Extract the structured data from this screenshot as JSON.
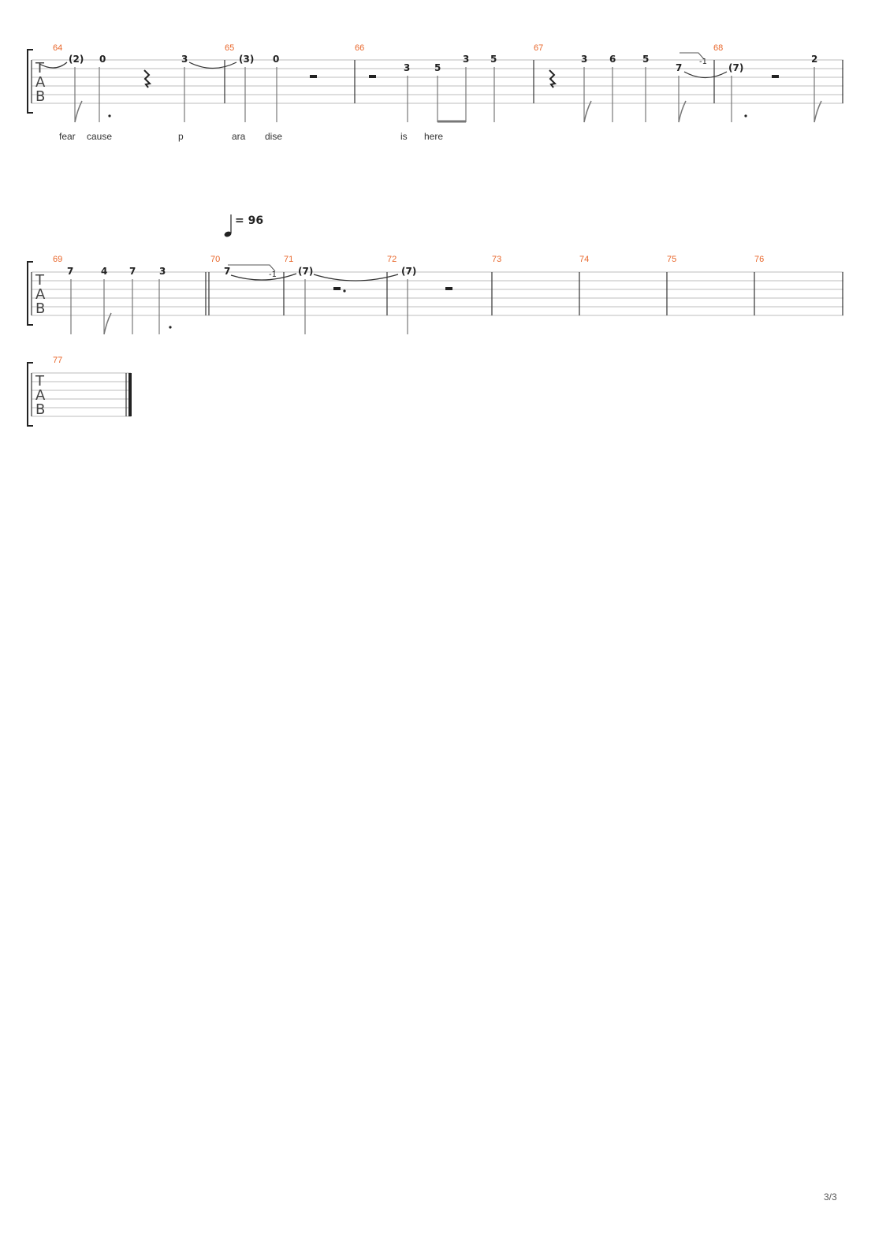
{
  "tab_label": [
    "T",
    "A",
    "B"
  ],
  "tempo": {
    "marking": "= 96"
  },
  "page_number": "3/3",
  "measures": [
    {
      "number": "64"
    },
    {
      "number": "65"
    },
    {
      "number": "66"
    },
    {
      "number": "67"
    },
    {
      "number": "68"
    },
    {
      "number": "69"
    },
    {
      "number": "70"
    },
    {
      "number": "71"
    },
    {
      "number": "72"
    },
    {
      "number": "73"
    },
    {
      "number": "74"
    },
    {
      "number": "75"
    },
    {
      "number": "76"
    },
    {
      "number": "77"
    }
  ],
  "frets": {
    "system1": [
      "(2)",
      "0",
      "3",
      "(3)",
      "0",
      "3",
      "5",
      "3",
      "5",
      "3",
      "6",
      "5",
      "7",
      "-1",
      "(7)",
      "2"
    ],
    "system2": [
      "7",
      "4",
      "7",
      "3",
      "7",
      "-1",
      "(7)",
      "(7)"
    ]
  },
  "lyrics": [
    "fear",
    "cause",
    "p",
    "ara",
    "dise",
    "is",
    "here"
  ]
}
